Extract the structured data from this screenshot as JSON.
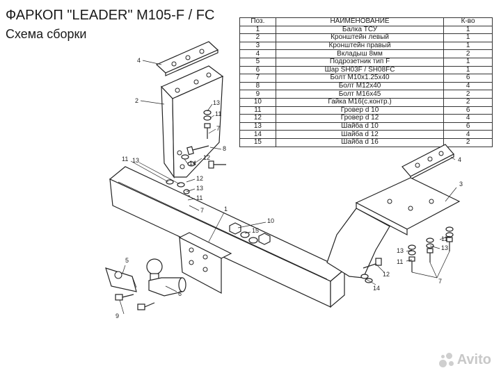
{
  "header": {
    "title": "ФАРКОП \"LEADER\" М105-F / FC",
    "subtitle": "Схема сборки"
  },
  "table": {
    "columns": [
      "Поз.",
      "НАИМЕНОВАНИЕ",
      "К-во"
    ],
    "rows": [
      [
        "1",
        "Балка ТСУ",
        "1"
      ],
      [
        "2",
        "Кронштейн левый",
        "1"
      ],
      [
        "3",
        "Кронштейн правый",
        "1"
      ],
      [
        "4",
        "Вкладыш 8мм",
        "2"
      ],
      [
        "5",
        "Подрозетник тип F",
        "1"
      ],
      [
        "6",
        "Шар SH03F / SH08FC",
        "1"
      ],
      [
        "7",
        "Болт M10x1.25x40",
        "6"
      ],
      [
        "8",
        "Болт M12x40",
        "4"
      ],
      [
        "9",
        "Болт M16x45",
        "2"
      ],
      [
        "10",
        "Гайка M16(с.контр.)",
        "2"
      ],
      [
        "11",
        "Гровер d 10",
        "6"
      ],
      [
        "12",
        "Гровер d 12",
        "4"
      ],
      [
        "13",
        "Шайба d 10",
        "6"
      ],
      [
        "14",
        "Шайба d 12",
        "4"
      ],
      [
        "15",
        "Шайба d 16",
        "2"
      ]
    ]
  },
  "callouts": {
    "c_4a": "4",
    "c_2": "2",
    "c_13a": "13",
    "c_11a": "11",
    "c_7a": "7",
    "c_8": "8",
    "c_12a": "12",
    "c_14a": "14",
    "c_11b": "11",
    "c_13b": "13",
    "c_12b": "12",
    "c_13c": "13",
    "c_11c": "11",
    "c_7b": "7",
    "c_1": "1",
    "c_10": "10",
    "c_15": "15",
    "c_5": "5",
    "c_6": "6",
    "c_9": "9",
    "c_3": "3",
    "c_4b": "4",
    "c_11d": "11",
    "c_13d": "13",
    "c_7c": "7",
    "c_13e": "13",
    "c_11e": "11",
    "c_12c": "12",
    "c_14b": "14"
  },
  "watermark": {
    "text": "Avito"
  }
}
